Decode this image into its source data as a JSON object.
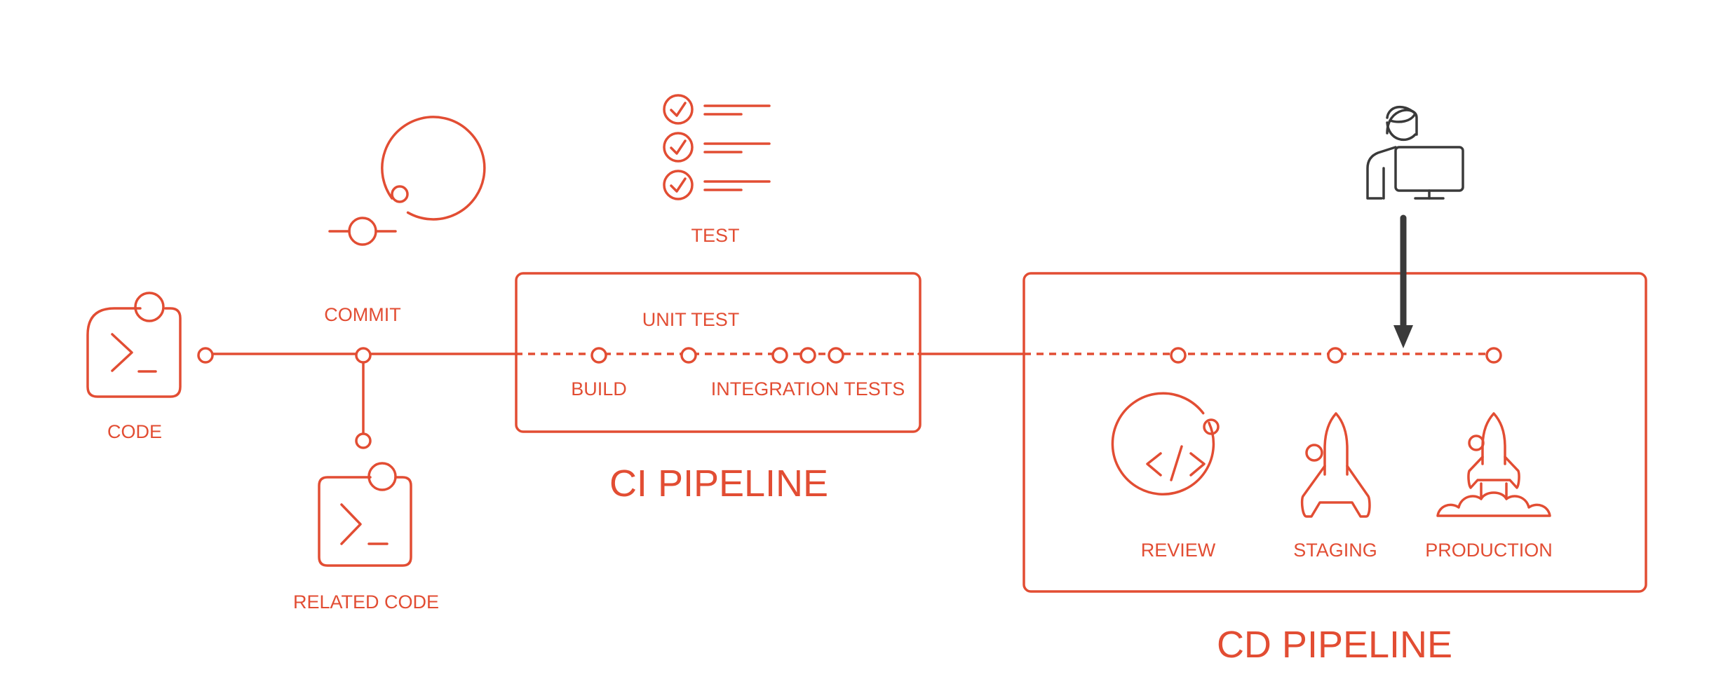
{
  "colors": {
    "accent": "#e24d33",
    "user": "#3a3a3a",
    "background": "#ffffff"
  },
  "labels": {
    "code": "CODE",
    "commit": "COMMIT",
    "related_code": "RELATED CODE",
    "test": "TEST",
    "unit_test": "UNIT TEST",
    "build": "BUILD",
    "integration_tests": "INTEGRATION TESTS",
    "ci_pipeline": "CI PIPELINE",
    "review": "REVIEW",
    "staging": "STAGING",
    "production": "PRODUCTION",
    "cd_pipeline": "CD PIPELINE"
  },
  "icons": {
    "code": "terminal-icon",
    "commit": "commit-icon",
    "related_code": "terminal-icon",
    "test": "checklist-icon",
    "user": "user-at-computer-icon",
    "review": "code-review-icon",
    "staging": "rocket-icon",
    "production": "rocket-launch-icon"
  }
}
